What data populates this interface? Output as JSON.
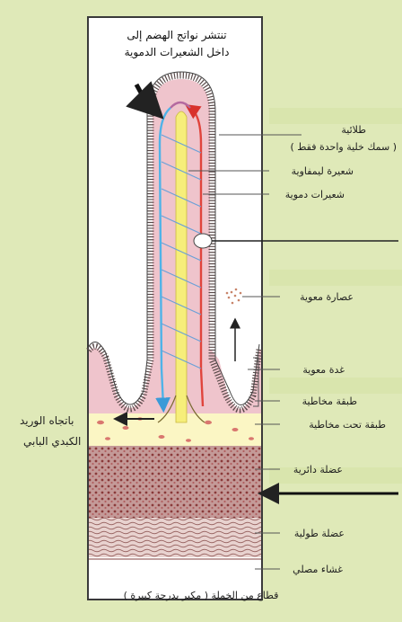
{
  "top_note": {
    "line1": "تنتشر نواتج الهضم إلى",
    "line2": "داخل الشعيرات الدموية"
  },
  "labels": {
    "epithelium": "طلائية",
    "epithelium_note": "( سمك خلية واحدة فقط )",
    "lacteal": "شعيرة ليمفاوية",
    "capillaries": "شعيرات دموية",
    "intestinal_juice": "عصارة معوية",
    "intestinal_gland": "غدة معوية",
    "mucosa": "طبقة مخاطية",
    "submucosa": "طبقة تحت مخاطية",
    "circular_muscle": "عضلة دائرية",
    "longitudinal_muscle": "عضلة طولية",
    "serosa": "غشاء مصلي",
    "portal_vein_line1": "باتجاه الوريد",
    "portal_vein_line2": "الكبدي البابي"
  },
  "caption": "قطاع من الخملة ( مكبر بدرجة كبيرة )",
  "colors": {
    "background": "#dfe9b8",
    "villus_pink": "#efc4cc",
    "blood_blue": "#4fb3e8",
    "blood_red": "#e0443c",
    "lymph_yellow": "#f6ee7a",
    "muscle": "#b07a78"
  }
}
